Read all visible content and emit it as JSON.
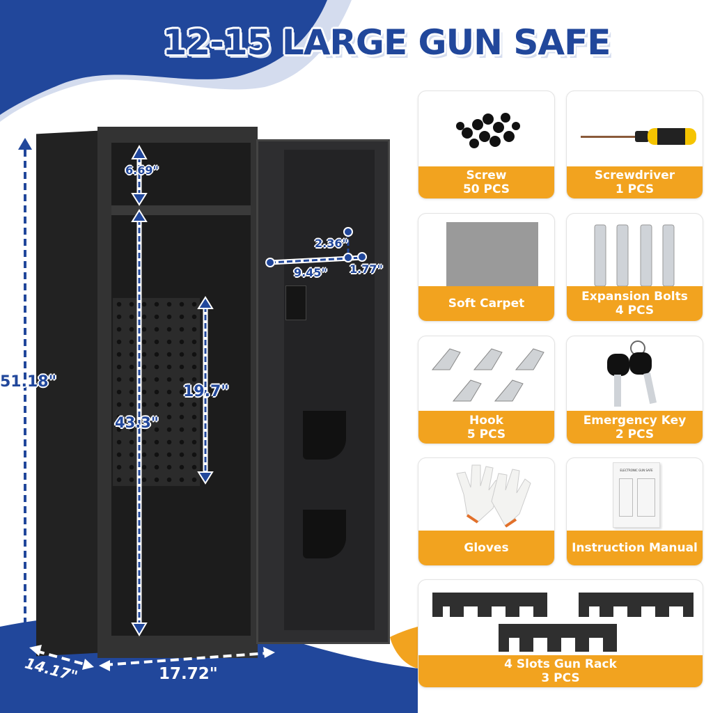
{
  "title": "12-15 LARGE GUN SAFE",
  "colors": {
    "brand_blue": "#21479b",
    "accent_orange": "#f2a31f",
    "safe_black": "#2a2a2c"
  },
  "dimensions": {
    "height": "51.18\"",
    "top_shelf": "6.69\"",
    "interior_height": "43.3\"",
    "panel_height": "19.7\"",
    "door_pocket_height": "2.36\"",
    "door_pocket_width": "9.45\"",
    "door_pocket_depth": "1.77\"",
    "depth": "14.17\"",
    "width": "17.72\""
  },
  "accessories": [
    {
      "name": "Screw",
      "qty": "50 PCS",
      "icon": "screw-pile-icon"
    },
    {
      "name": "Screwdriver",
      "qty": "1 PCS",
      "icon": "screwdriver-icon"
    },
    {
      "name": "Soft Carpet",
      "qty": "",
      "icon": "carpet-icon"
    },
    {
      "name": "Expansion Bolts",
      "qty": "4 PCS",
      "icon": "bolt-icon"
    },
    {
      "name": "Hook",
      "qty": "5 PCS",
      "icon": "hook-icon"
    },
    {
      "name": "Emergency Key",
      "qty": "2 PCS",
      "icon": "key-icon"
    },
    {
      "name": "Gloves",
      "qty": "",
      "icon": "gloves-icon"
    },
    {
      "name": "Instruction Manual",
      "qty": "",
      "icon": "manual-icon"
    },
    {
      "name": "4 Slots Gun Rack",
      "qty": "3 PCS",
      "icon": "gun-rack-icon"
    }
  ],
  "manual_cover": "ELECTRONIC GUN SAFE"
}
